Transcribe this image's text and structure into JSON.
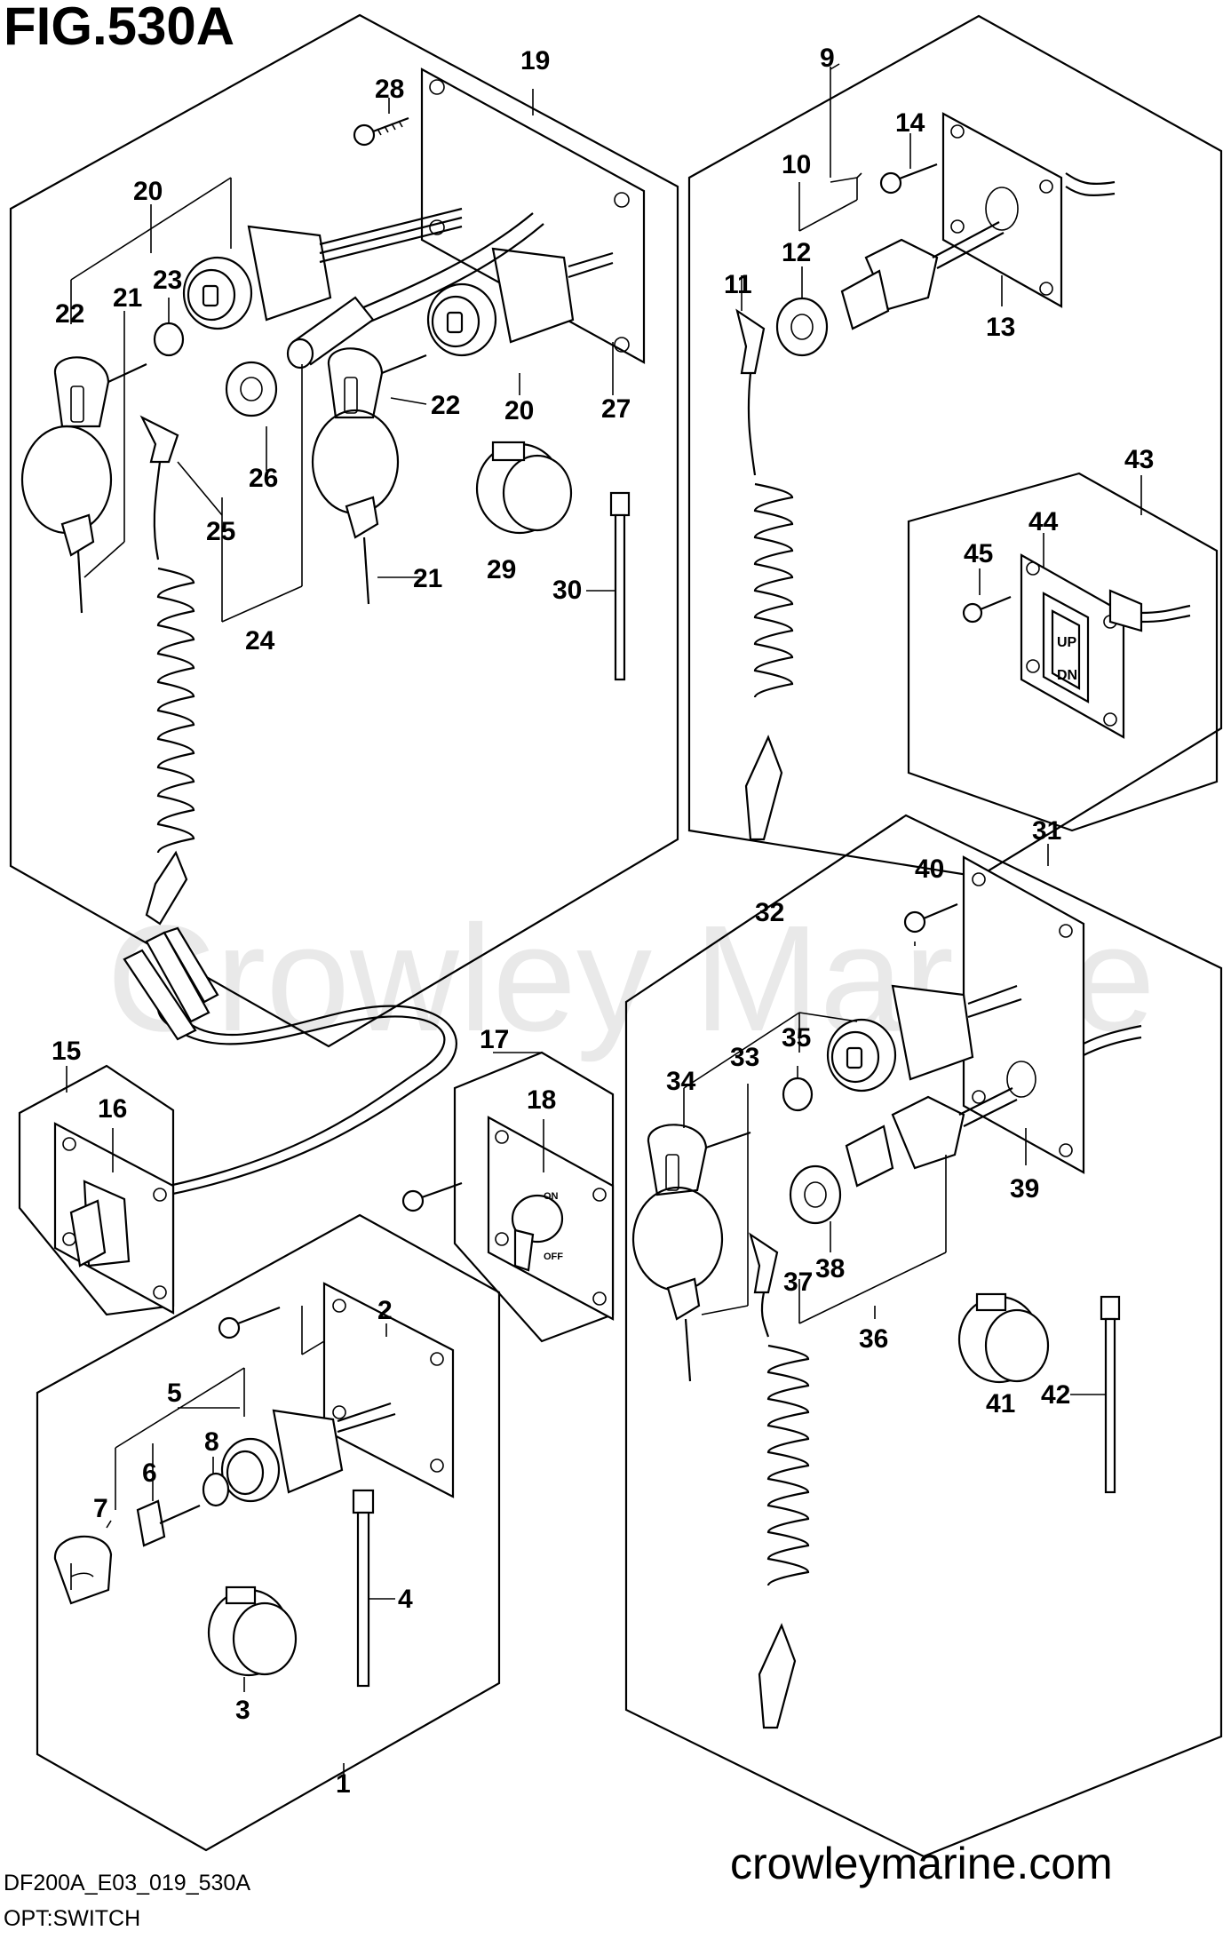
{
  "figure": {
    "title": "FIG.530A",
    "code": "DF200A_E03_019_530A",
    "caption": "OPT:SWITCH",
    "website": "crowleymarine.com",
    "watermark": "Crowley Marine"
  },
  "labels": {
    "p1": "1",
    "p2": "2",
    "p3": "3",
    "p4": "4",
    "p5": "5",
    "p6": "6",
    "p7": "7",
    "p8": "8",
    "p9": "9",
    "p10": "10",
    "p11": "11",
    "p12": "12",
    "p13": "13",
    "p14": "14",
    "p15": "15",
    "p16": "16",
    "p17": "17",
    "p18": "18",
    "p19": "19",
    "p20a": "20",
    "p20b": "20",
    "p21a": "21",
    "p21b": "21",
    "p22a": "22",
    "p22b": "22",
    "p23": "23",
    "p24": "24",
    "p25": "25",
    "p26": "26",
    "p27": "27",
    "p28": "28",
    "p29": "29",
    "p30": "30",
    "p31": "31",
    "p32": "32",
    "p33": "33",
    "p34": "34",
    "p35": "35",
    "p36": "36",
    "p37": "37",
    "p38": "38",
    "p39": "39",
    "p40": "40",
    "p41": "41",
    "p42": "42",
    "p43": "43",
    "p44": "44",
    "p45": "45"
  },
  "switch_markings": {
    "on": "ON",
    "off": "OFF",
    "up": "UP",
    "dn": "DN"
  },
  "colors": {
    "line": "#000000",
    "watermark": "#e9e9e9"
  }
}
